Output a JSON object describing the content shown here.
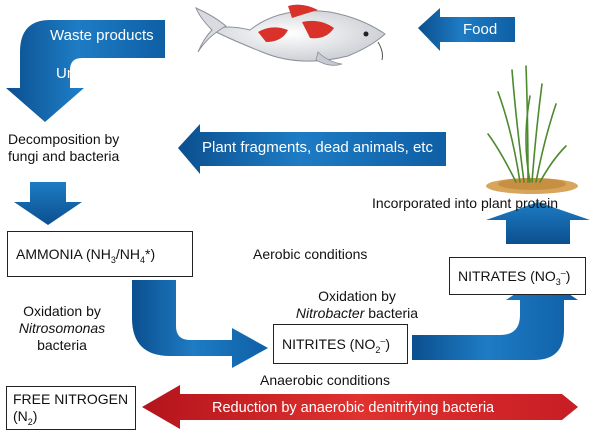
{
  "arrows": {
    "waste": "Waste products",
    "uneaten": "Uneaten food",
    "food": "Food",
    "plant_fragments": "Plant fragments, dead animals, etc",
    "reduction": "Reduction by anaerobic denitrifying bacteria"
  },
  "labels": {
    "decomposition_1": "Decomposition by",
    "decomposition_2": "fungi and bacteria",
    "incorporated": "Incorporated into plant protein",
    "aerobic": "Aerobic conditions",
    "anaerobic": "Anaerobic conditions",
    "oxidation1_a": "Oxidation by",
    "oxidation1_b": "Nitrosomonas",
    "oxidation1_c": "bacteria",
    "oxidation2_a": "Oxidation by",
    "oxidation2_b": "Nitrobacter",
    "oxidation2_c": " bacteria"
  },
  "boxes": {
    "ammonia_a": "AMMONIA (NH",
    "ammonia_b": "3",
    "ammonia_c": "/NH",
    "ammonia_d": "4",
    "ammonia_e": "*)",
    "nitrites_a": "NITRITES (NO",
    "nitrites_b": "2",
    "nitrites_c": "–",
    "nitrites_d": ")",
    "nitrates_a": "NITRATES (NO",
    "nitrates_b": "3",
    "nitrates_c": "–",
    "nitrates_d": ")",
    "free_nitrogen_a": "FREE NITROGEN",
    "free_nitrogen_b": "(N",
    "free_nitrogen_c": "2",
    "free_nitrogen_d": ")"
  },
  "colors": {
    "arrow_blue": "#1a6fb5",
    "arrow_red": "#d32027",
    "fish_spot": "#d8322a"
  },
  "icons": [
    "fish-icon",
    "plant-icon"
  ]
}
